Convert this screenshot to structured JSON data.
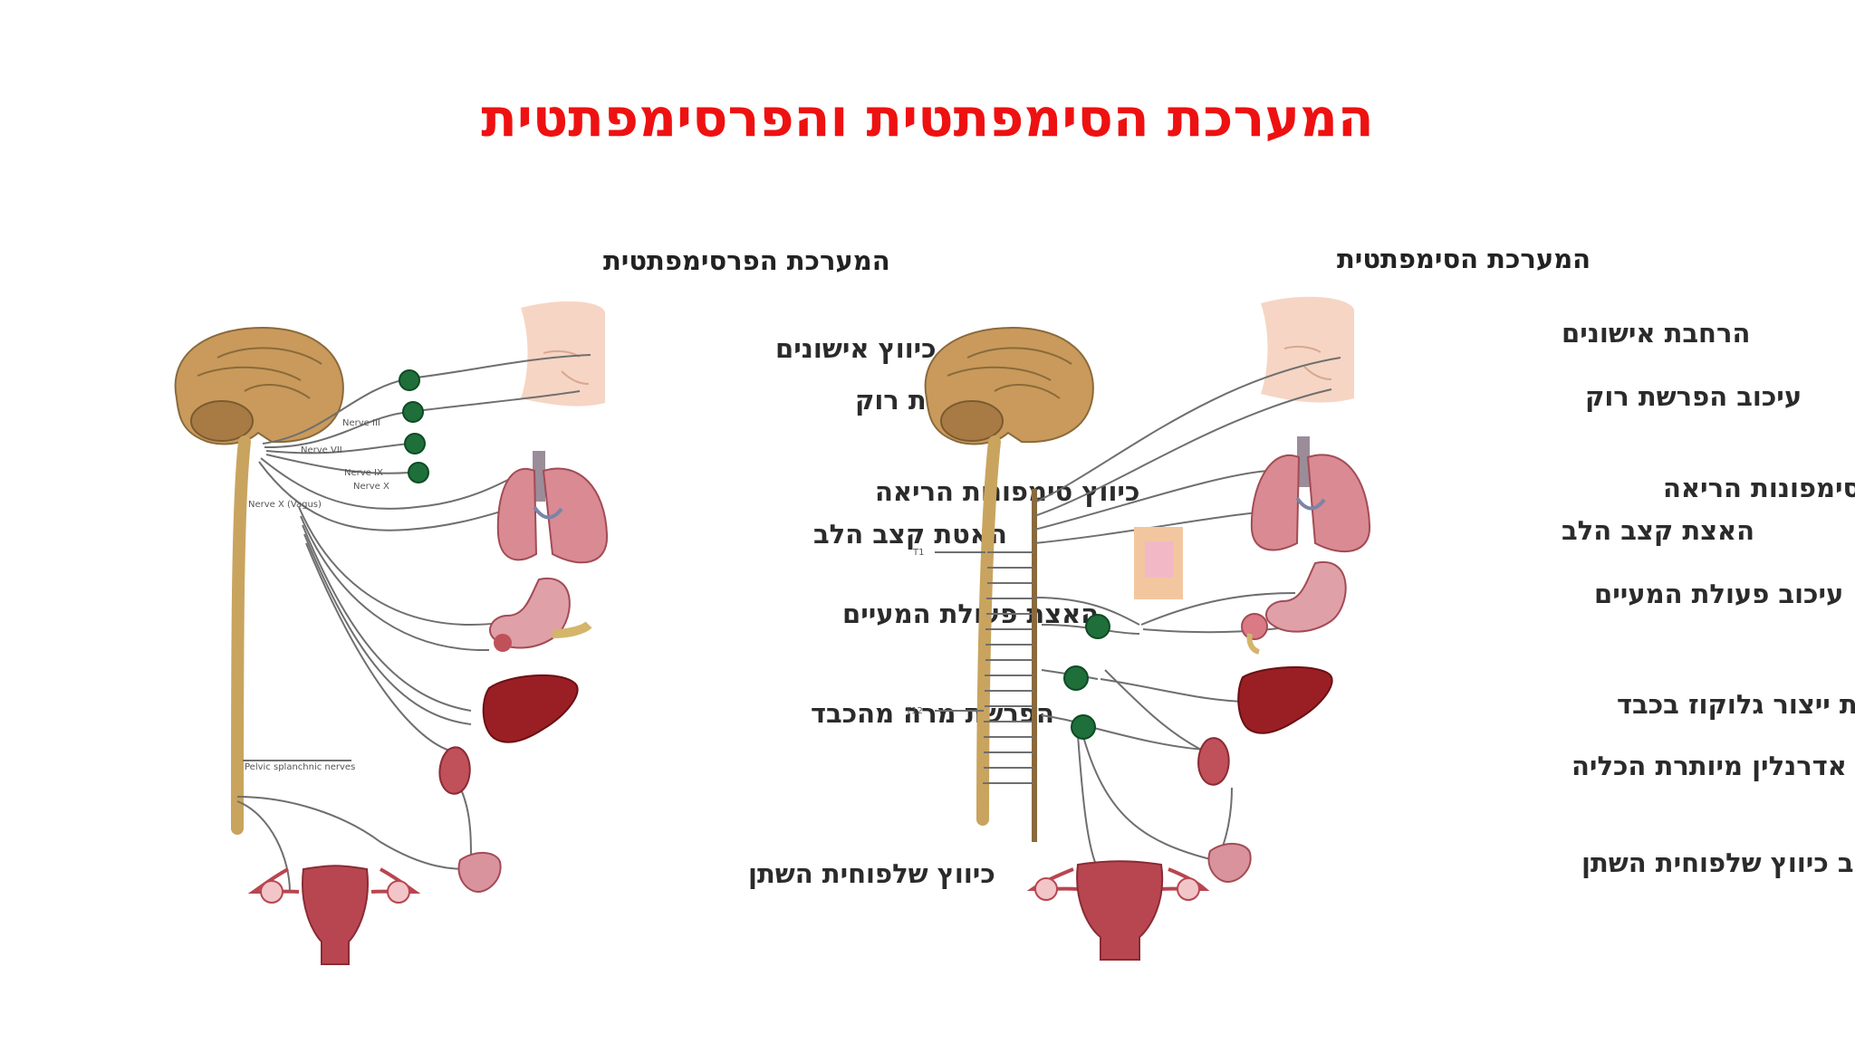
{
  "slide": {
    "title": "המערכת הסימפתטית והפרסימפתטית",
    "title_color": "#ee1111"
  },
  "parasympathetic": {
    "header": "המערכת הפרסימפתטית",
    "labels": [
      "כיווץ אישונים",
      "הגברת הפרשת רוק",
      "כיווץ סימפונות הריאה",
      "האטת קצב הלב",
      "האצת פעולת המעיים",
      "הפרשת מרה מהכבד",
      "כיווץ שלפוחית השתן"
    ],
    "tiny_labels": [
      "Nerve III",
      "Nerve VII",
      "Nerve IX",
      "Nerve X",
      "Nerve X (Vagus)",
      "Pelvic splanchnic nerves"
    ]
  },
  "sympathetic": {
    "header": "המערכת הסימפתטית",
    "labels": [
      "הרחבת אישונים",
      "עיכוב הפרשת רוק",
      "הרפיית סימפונות הריאה",
      "האצת קצב הלב",
      "עיכוב פעולת המעיים",
      "הגברת ייצור גלוקוז בכבד",
      "הפרשת אדרנלין מיותרת הכליה",
      "עיכוב כיווץ שלפוחית השתן"
    ],
    "spine_markers": [
      "T1",
      "T12"
    ]
  },
  "colors": {
    "ganglion": "#1e6f3a",
    "brain": "#c99a5b",
    "organ": "#c0505a",
    "liver": "#9a1f24",
    "uterus": "#b84650",
    "face": "#f6d5c4"
  }
}
